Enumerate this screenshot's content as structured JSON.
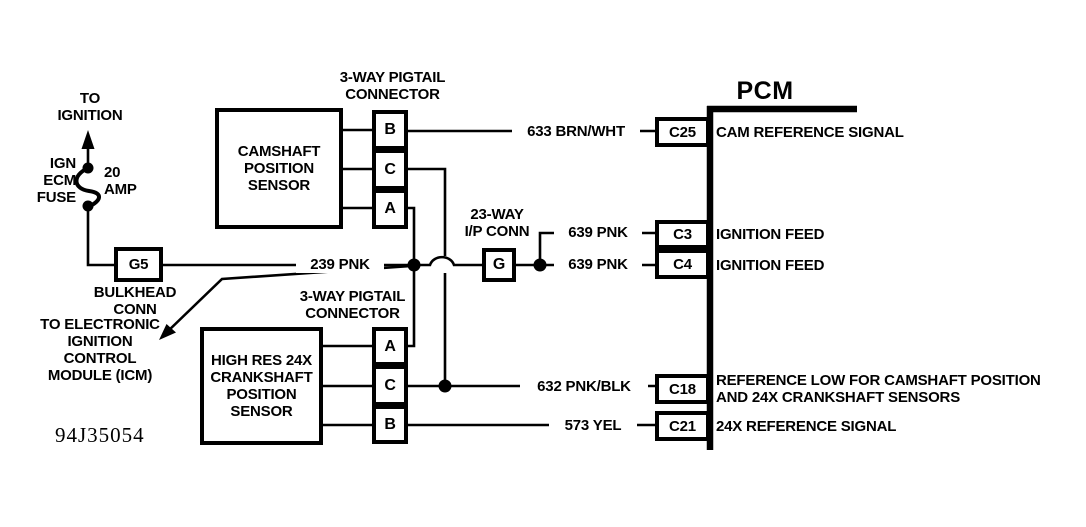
{
  "doc_id": "94J35054",
  "power_circuit": {
    "to_ignition_label": "TO\nIGNITION",
    "fuse_name": "IGN\nECM\nFUSE",
    "fuse_rating": "20\nAMP",
    "bulkhead_connector": {
      "pin": "G5",
      "label": "BULKHEAD\nCONN"
    },
    "to_icm_label": "TO ELECTRONIC\nIGNITION\nCONTROL\nMODULE (ICM)"
  },
  "camshaft_sensor": {
    "name": "CAMSHAFT\nPOSITION\nSENSOR",
    "pigtail_label": "3-WAY PIGTAIL\nCONNECTOR",
    "pins": [
      "B",
      "C",
      "A"
    ]
  },
  "crankshaft_sensor": {
    "name": "HIGH RES 24X\nCRANKSHAFT\nPOSITION\nSENSOR",
    "pigtail_label": "3-WAY PIGTAIL\nCONNECTOR",
    "pins": [
      "A",
      "C",
      "B"
    ]
  },
  "ip_connector": {
    "label": "23-WAY\nI/P CONN",
    "pin": "G"
  },
  "wires": {
    "cam_signal": "633 BRN/WHT",
    "ignition_feed_main": "239 PNK",
    "ignition_feed_c3": "639 PNK",
    "ignition_feed_c4": "639 PNK",
    "reference_low": "632 PNK/BLK",
    "crank_signal": "573 YEL"
  },
  "pcm": {
    "title": "PCM",
    "pins": [
      {
        "id": "C25",
        "label": "CAM REFERENCE SIGNAL"
      },
      {
        "id": "C3",
        "label": "IGNITION FEED"
      },
      {
        "id": "C4",
        "label": "IGNITION FEED"
      },
      {
        "id": "C18",
        "label": "REFERENCE LOW FOR CAMSHAFT POSITION\nAND 24X CRANKSHAFT SENSORS"
      },
      {
        "id": "C21",
        "label": "24X REFERENCE SIGNAL"
      }
    ]
  },
  "colors": {
    "ink": "#000000",
    "paper": "#ffffff"
  }
}
